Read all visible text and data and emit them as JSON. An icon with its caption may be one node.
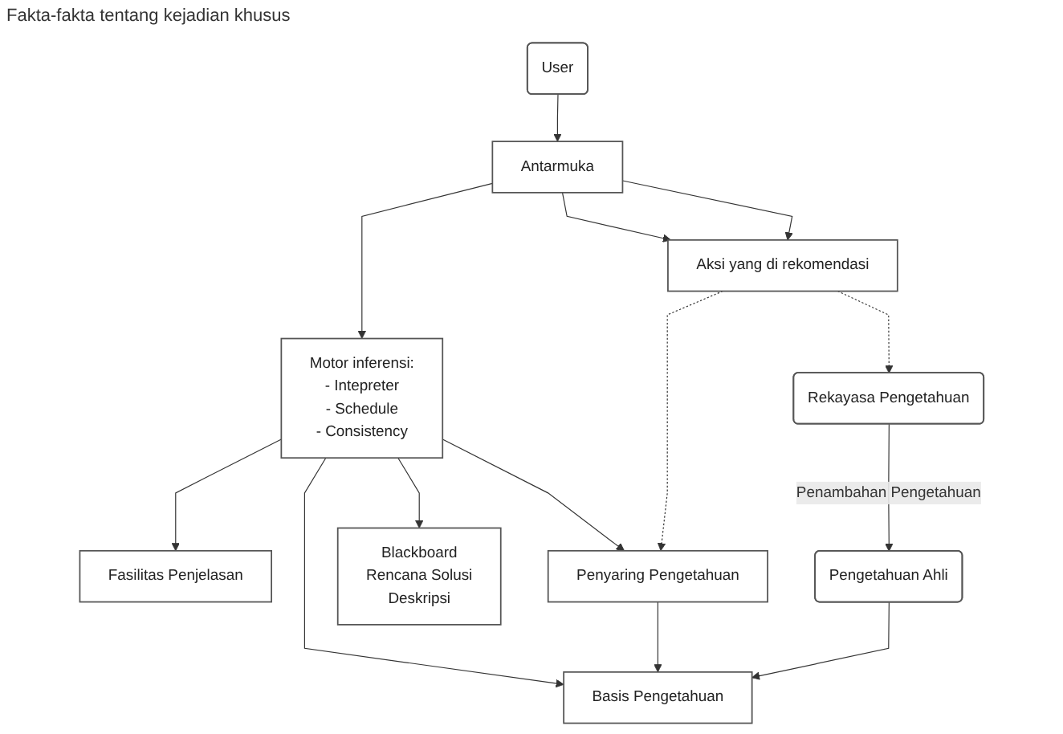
{
  "diagram": {
    "nodes": [
      {
        "text": [
          "User"
        ]
      },
      {
        "text": [
          "Antarmuka"
        ]
      },
      {
        "text": [
          "Fasilitas Penjelasan"
        ]
      },
      {
        "text": [
          "Basis Pengetahuan"
        ]
      },
      {
        "text": [
          "Aksi yang di rekomendasi"
        ]
      },
      {
        "text": [
          "Motor inferensi:",
          "- Intepreter",
          "- Schedule",
          "- Consistency"
        ]
      },
      {
        "text": [
          "Pengetahuan Ahli"
        ]
      },
      {
        "text": [
          "Rekayasa Pengetahuan"
        ]
      },
      {
        "text": [
          "Blackboard",
          "Rencana Solusi",
          "Deskripsi"
        ]
      },
      {
        "text": [
          "Penyaring Pengetahuan"
        ]
      }
    ],
    "edges": [
      {
        "from": 0,
        "to": 1,
        "arrow": "to"
      },
      {
        "from": 1,
        "to": 4,
        "arrow": "to"
      },
      {
        "from": 1,
        "to": 4,
        "arrow": "to"
      },
      {
        "from": 1,
        "to": 5,
        "arrow": "to"
      },
      {
        "from": 5,
        "to": 2,
        "arrow": "to"
      },
      {
        "from": 5,
        "to": 3,
        "arrow": "to"
      },
      {
        "from": 5,
        "to": 8,
        "arrow": "to"
      },
      {
        "from": 5,
        "to": 9,
        "arrow": "to"
      },
      {
        "from": 9,
        "to": 3,
        "arrow": "to"
      },
      {
        "from": 6,
        "to": 3,
        "arrow": "to"
      },
      {
        "from": 7,
        "to": 6,
        "arrow": "to",
        "label": "Penambahan Pengetahuan"
      },
      {
        "from": 4,
        "to": 9,
        "arrow": "to",
        "style": "dashed"
      },
      {
        "from": 4,
        "to": 7,
        "arrow": "to",
        "style": "dashed"
      }
    ],
    "labels": [
      "Fakta-fakta tentang kejadian khusus"
    ]
  }
}
